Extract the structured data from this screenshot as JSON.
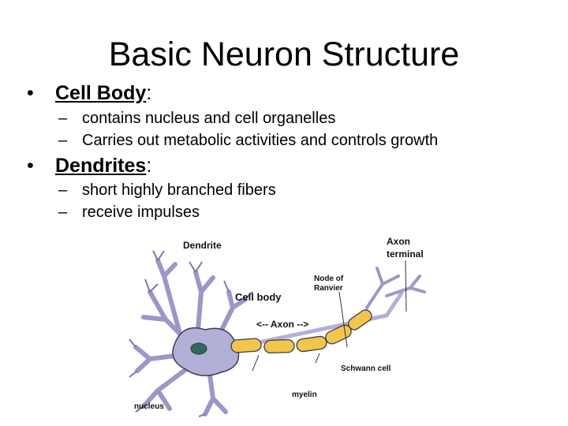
{
  "slide": {
    "title": "Basic Neuron Structure",
    "bullets": [
      {
        "term": "Cell Body",
        "suffix": ":",
        "subs": [
          "contains nucleus and cell organelles",
          "Carries out metabolic activities and controls growth"
        ]
      },
      {
        "term": "Dendrites",
        "suffix": ":",
        "subs": [
          "short highly branched fibers",
          "receive impulses"
        ]
      }
    ],
    "bullet_symbol": "•",
    "dash_symbol": "–"
  },
  "diagram": {
    "labels": {
      "dendrite": "Dendrite",
      "cell_body": "Cell body",
      "axon": "<-- Axon -->",
      "node_of_ranvier_1": "Node of",
      "node_of_ranvier_2": "Ranvier",
      "axon_terminal_1": "Axon",
      "axon_terminal_2": "terminal",
      "schwann_cell": "Schwann cell",
      "myelin": "myelin",
      "nucleus": "nucleus"
    },
    "colors": {
      "cell_body": "#b3b0d8",
      "nucleus": "#2f6b5a",
      "myelin": "#f2c64a",
      "outline": "#3a3a55"
    }
  }
}
